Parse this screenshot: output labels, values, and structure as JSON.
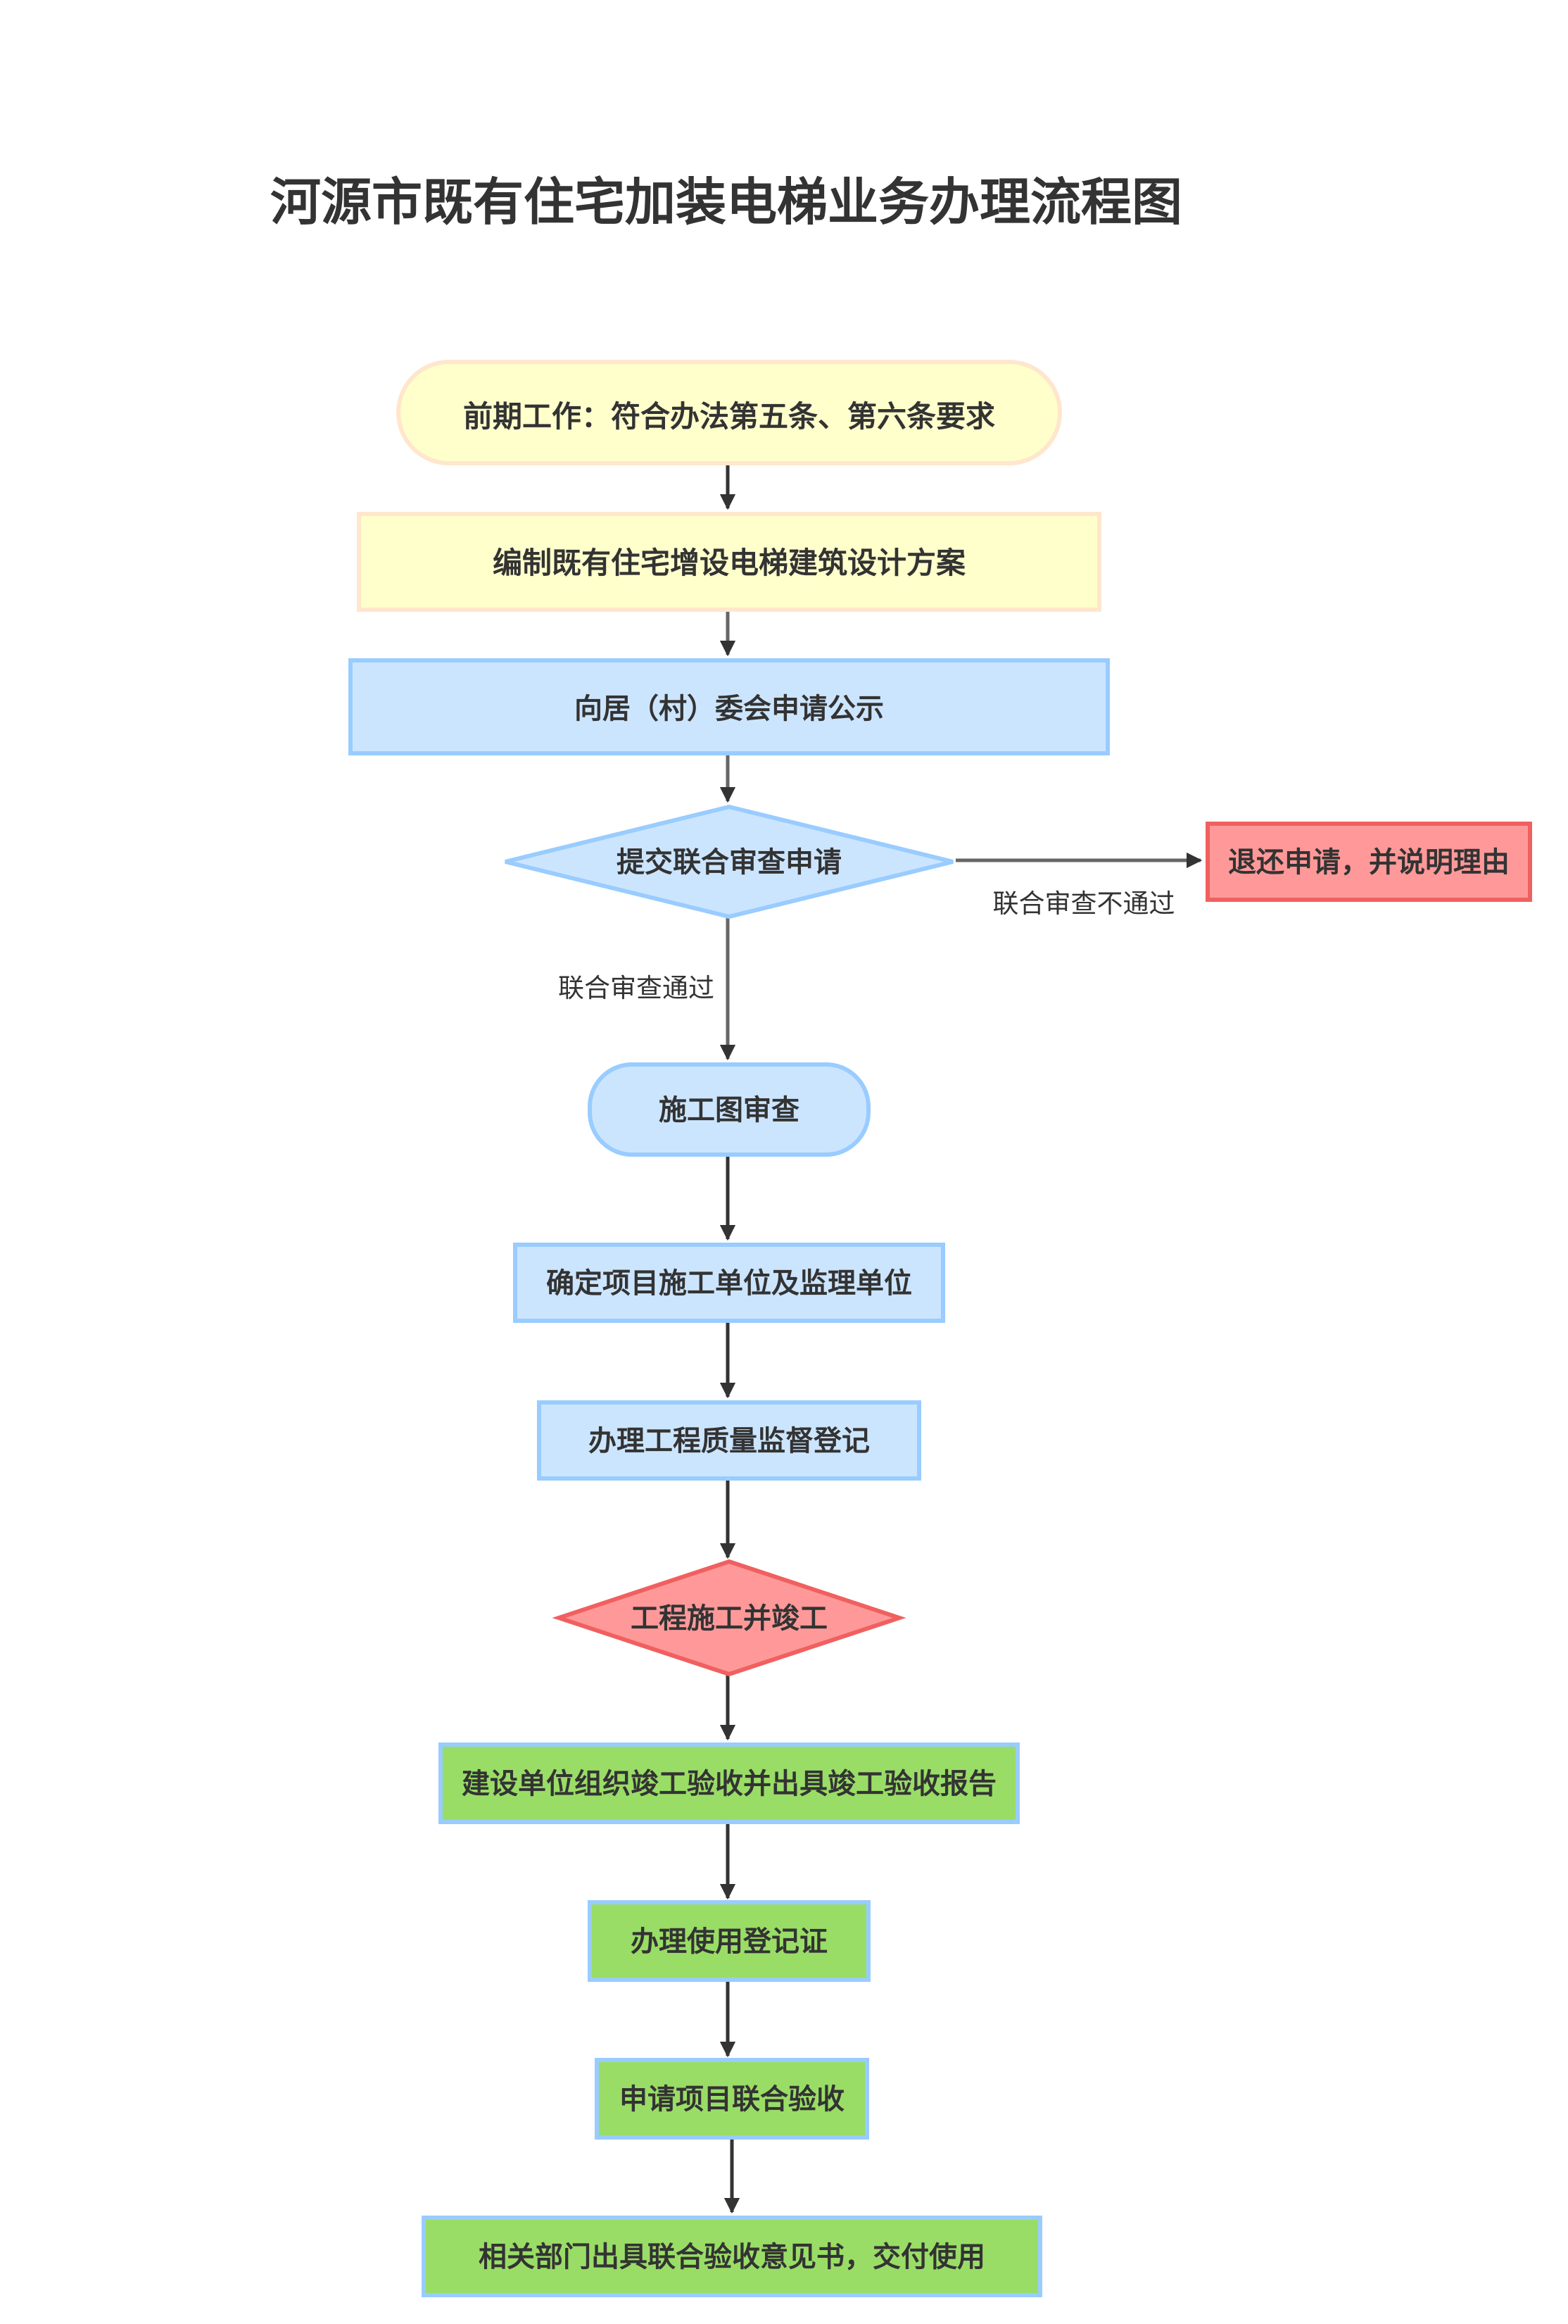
{
  "title": "河源市既有住宅加装电梯业务办理流程图",
  "colors": {
    "yellow_fill": "#FFFFCC",
    "yellow_stroke": "#FFE6CC",
    "blue_fill": "#CCE5FF",
    "blue_stroke": "#99CCFF",
    "red_fill": "#FF9999",
    "red_stroke": "#F06060",
    "green_fill": "#99DD66",
    "green_stroke": "#99CCFF",
    "text": "#333333",
    "arrow": "#333333"
  },
  "nodes": {
    "start": "前期工作：符合办法第五条、第六条要求",
    "design": "编制既有住宅增设电梯建筑设计方案",
    "publicize": "向居（村）委会申请公示",
    "joint_review": "提交联合审查申请",
    "reject": "退还申请，并说明理由",
    "drawing_review": "施工图审查",
    "contractors": "确定项目施工单位及监理单位",
    "quality_register": "办理工程质量监督登记",
    "construction": "工程施工并竣工",
    "acceptance": "建设单位组织竣工验收并出具竣工验收报告",
    "usage_cert": "办理使用登记证",
    "joint_acceptance": "申请项目联合验收",
    "delivery": "相关部门出具联合验收意见书，交付使用"
  },
  "edge_labels": {
    "fail": "联合审查不通过",
    "pass": "联合审查通过"
  }
}
